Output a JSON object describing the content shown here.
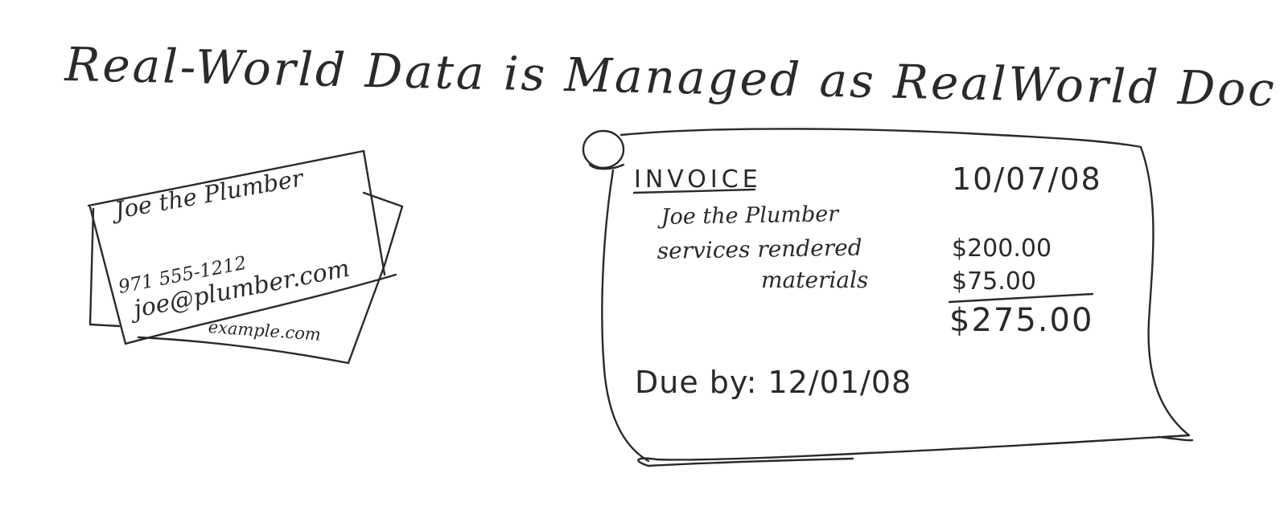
{
  "title": "Real-World Data is Managed as RealWorld Documents",
  "business_card": {
    "name": "Joe the Plumber",
    "phone": "971 555-1212",
    "email": "joe@plumber.com",
    "back_email": "example.com"
  },
  "invoice": {
    "title": "INVOICE",
    "date": "10/07/08",
    "customer": "Joe the Plumber",
    "line_items": [
      {
        "label": "services rendered",
        "amount": "$200.00"
      },
      {
        "label": "materials",
        "amount": "$75.00"
      }
    ],
    "total": "$275.00",
    "due": "Due by: 12/01/08"
  }
}
